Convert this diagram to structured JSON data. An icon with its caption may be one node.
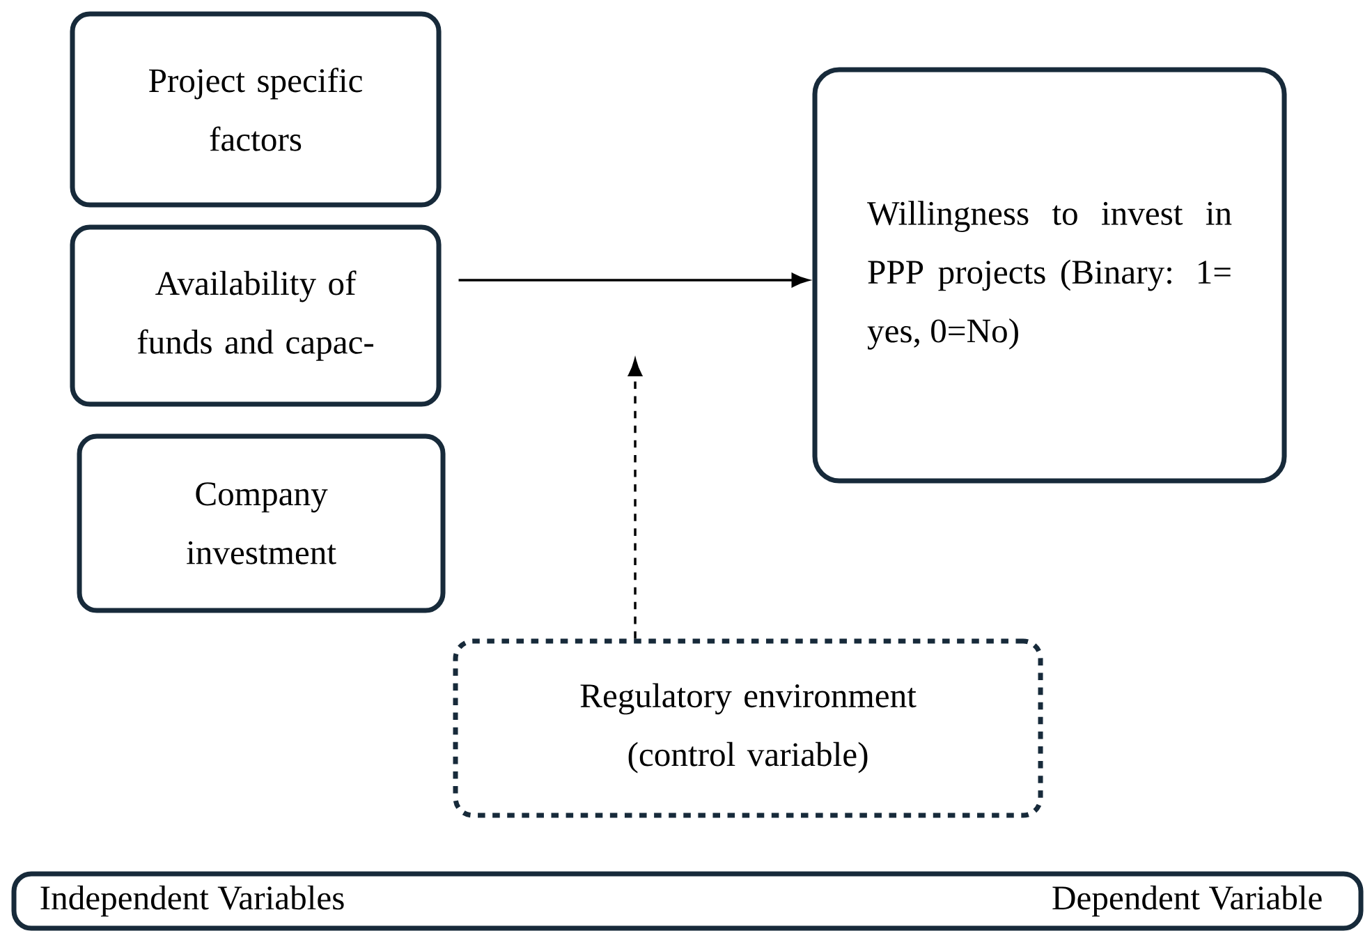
{
  "diagram": {
    "nodes": [
      {
        "text": [
          "Project specific factors"
        ]
      },
      {
        "text": [
          "Availability of funds and capac-"
        ]
      },
      {
        "text": [
          "Company investment"
        ]
      },
      {
        "text": [
          "Willingness to invest in PPP projects (Binary: 1= yes, 0=No)"
        ]
      },
      {
        "text": [
          "Regulatory environment (control variable)"
        ]
      },
      {
        "text": [
          "Independent Variables",
          "Dependent Variable"
        ]
      }
    ],
    "edges": [
      {
        "from": 1,
        "to": 3,
        "arrow": "to"
      },
      {
        "from": 4,
        "to": null,
        "arrow": "to",
        "style": "dashed"
      }
    ]
  }
}
